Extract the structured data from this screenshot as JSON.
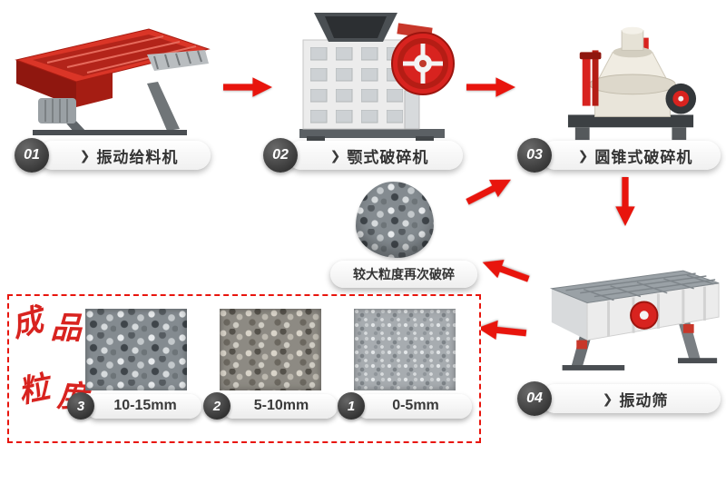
{
  "diagram": {
    "steps": [
      {
        "number": "01",
        "label": "振动给料机"
      },
      {
        "number": "02",
        "label": "颚式破碎机"
      },
      {
        "number": "03",
        "label": "圆锥式破碎机"
      },
      {
        "number": "04",
        "label": "振动筛"
      }
    ],
    "recrush_label": "较大粒度再次破碎",
    "products": {
      "title": "成品粒度",
      "title_chars": [
        "成",
        "品",
        "粒",
        "度"
      ],
      "items": [
        {
          "number": "3",
          "size": "10-15mm"
        },
        {
          "number": "2",
          "size": "5-10mm"
        },
        {
          "number": "1",
          "size": "0-5mm"
        }
      ]
    },
    "icons": {
      "chevron": "❯"
    },
    "colors": {
      "arrow_red": "#e8150d",
      "badge_dark": "#333333",
      "dashed_border_red": "#e8150d",
      "calligraphy_red": "#d8231f"
    }
  }
}
